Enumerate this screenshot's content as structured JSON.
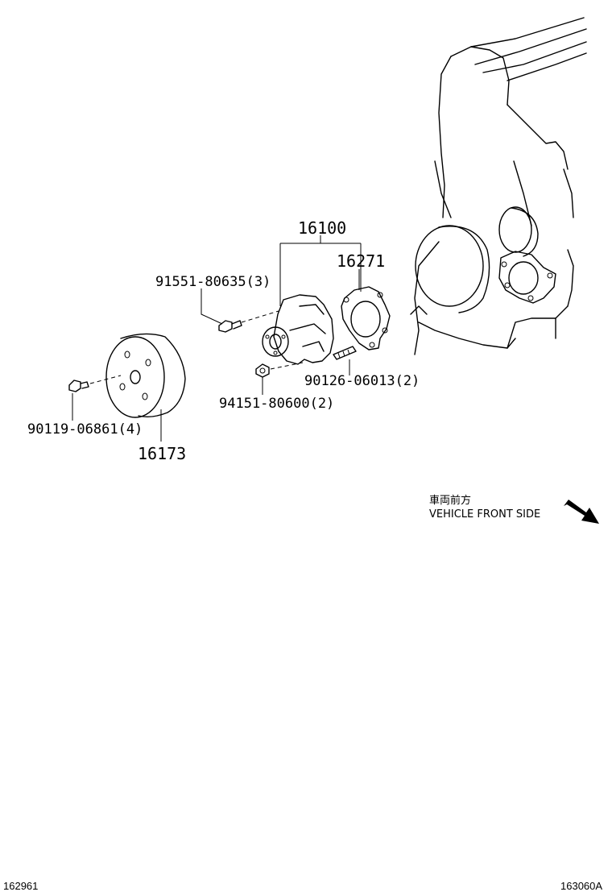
{
  "parts": {
    "p16100": "16100",
    "p16271": "16271",
    "p91551": "91551-80635(3)",
    "p90126": "90126-06013(2)",
    "p94151": "94151-80600(2)",
    "p90119": "90119-06861(4)",
    "p16173": "16173"
  },
  "direction": {
    "jp": "車両前方",
    "en": "VEHICLE FRONT SIDE"
  },
  "footer": {
    "left": "162961",
    "right": "163060A"
  }
}
